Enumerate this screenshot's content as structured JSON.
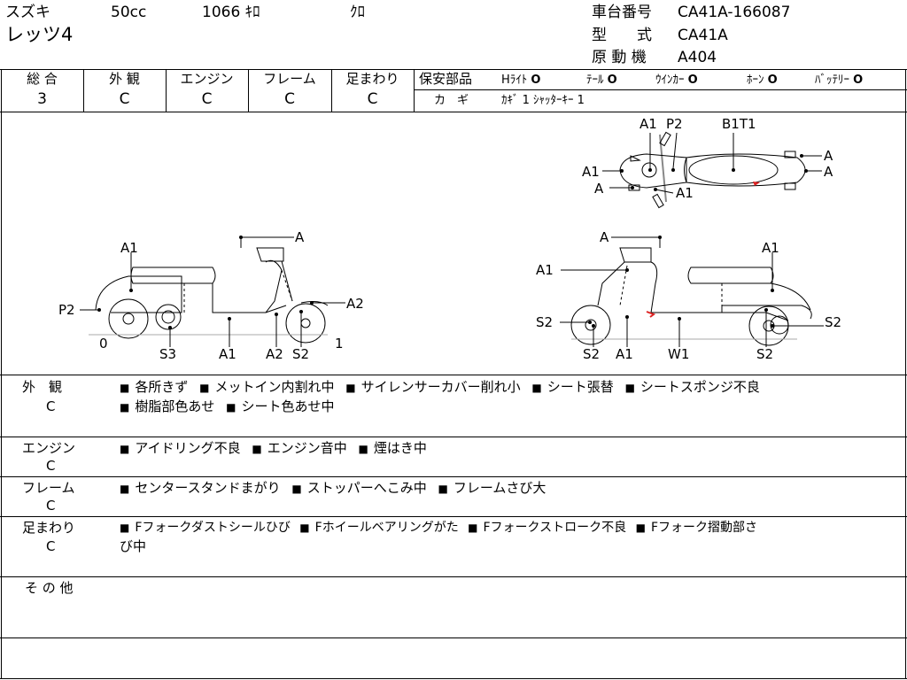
{
  "header": {
    "maker": "スズキ",
    "cc": "50cc",
    "mileage": "1066 ｷﾛ",
    "color": "ｸﾛ",
    "model_name": "レッツ4",
    "frame_no_label": "車台番号",
    "frame_no": "CA41A-166087",
    "type_label": "型　　式",
    "type": "CA41A",
    "engine_label": "原 動 機",
    "engine": "A404"
  },
  "grades": [
    {
      "label": "総 合",
      "value": "3"
    },
    {
      "label": "外 観",
      "value": "C"
    },
    {
      "label": "エンジン",
      "value": "C"
    },
    {
      "label": "フレーム",
      "value": "C"
    },
    {
      "label": "足まわり",
      "value": "C"
    }
  ],
  "safety": {
    "label": "保安部品",
    "items": [
      {
        "name": "Hﾗｲﾄ",
        "status": "O"
      },
      {
        "name": "ﾃｰﾙ",
        "status": "O"
      },
      {
        "name": "ｳｲﾝｶｰ",
        "status": "O"
      },
      {
        "name": "ﾎｰﾝ",
        "status": "O"
      },
      {
        "name": "ﾊﾞｯﾃﾘｰ",
        "status": "O"
      }
    ],
    "key_label": "カ　ギ",
    "key_value": "ｶｷﾞ 1 ｼｬｯﾀｰｷｰ 1"
  },
  "diagram_labels": {
    "top": [
      "A1",
      "P2",
      "B1T1",
      "A",
      "A",
      "A1",
      "A",
      "A1"
    ],
    "left": [
      "A",
      "A1",
      "P2",
      "A2",
      "0",
      "S3",
      "A1",
      "A2",
      "S2",
      "1"
    ],
    "right": [
      "A",
      "A1",
      "A1",
      "S2",
      "S2",
      "S2",
      "A1",
      "W1",
      "S2"
    ]
  },
  "notes": [
    {
      "label": "外　観",
      "grade": "C",
      "lines": [
        [
          "各所きず",
          "メットイン内割れ中",
          "サイレンサーカバー削れ小",
          "シート張替",
          "シートスポンジ不良"
        ],
        [
          "樹脂部色あせ",
          "シート色あせ中"
        ]
      ]
    },
    {
      "label": "エンジン",
      "grade": "C",
      "lines": [
        [
          "アイドリング不良",
          "エンジン音中",
          "煙はき中"
        ]
      ]
    },
    {
      "label": "フレーム",
      "grade": "C",
      "lines": [
        [
          "センタースタンドまがり",
          "ストッパーへこみ中",
          "フレームさび大"
        ]
      ]
    },
    {
      "label": "足まわり",
      "grade": "C",
      "lines": [
        [
          "Fフォークダストシールひび",
          "Fホイールベアリングがた",
          "Fフォークストローク不良",
          "Fフォーク摺動部さ"
        ]
      ],
      "tail": "び中"
    },
    {
      "label": "そ の 他",
      "grade": "",
      "lines": []
    }
  ]
}
